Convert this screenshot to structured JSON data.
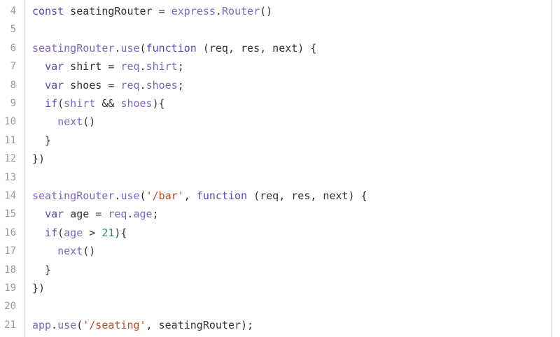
{
  "code_lines": [
    {
      "number": "4",
      "tokens": [
        [
          "const",
          "kw"
        ],
        [
          " seatingRouter = ",
          "plain"
        ],
        [
          "express",
          "fn"
        ],
        [
          ".",
          "plain"
        ],
        [
          "Router",
          "fn"
        ],
        [
          "()",
          "plain"
        ]
      ]
    },
    {
      "number": "5",
      "tokens": []
    },
    {
      "number": "6",
      "tokens": [
        [
          "seatingRouter",
          "fn"
        ],
        [
          ".",
          "plain"
        ],
        [
          "use",
          "fn"
        ],
        [
          "(",
          "plain"
        ],
        [
          "function",
          "kw"
        ],
        [
          " (req, res, next) {",
          "plain"
        ]
      ]
    },
    {
      "number": "7",
      "tokens": [
        [
          "  ",
          "plain"
        ],
        [
          "var",
          "kw"
        ],
        [
          " shirt = ",
          "plain"
        ],
        [
          "req",
          "fn"
        ],
        [
          ".",
          "plain"
        ],
        [
          "shirt",
          "fn"
        ],
        [
          ";",
          "plain"
        ]
      ]
    },
    {
      "number": "8",
      "tokens": [
        [
          "  ",
          "plain"
        ],
        [
          "var",
          "kw"
        ],
        [
          " shoes = ",
          "plain"
        ],
        [
          "req",
          "fn"
        ],
        [
          ".",
          "plain"
        ],
        [
          "shoes",
          "fn"
        ],
        [
          ";",
          "plain"
        ]
      ]
    },
    {
      "number": "9",
      "tokens": [
        [
          "  ",
          "plain"
        ],
        [
          "if",
          "kw"
        ],
        [
          "(",
          "plain"
        ],
        [
          "shirt",
          "fn"
        ],
        [
          " && ",
          "plain"
        ],
        [
          "shoes",
          "fn"
        ],
        [
          "){",
          "plain"
        ]
      ]
    },
    {
      "number": "10",
      "tokens": [
        [
          "    ",
          "plain"
        ],
        [
          "next",
          "fn"
        ],
        [
          "()",
          "plain"
        ]
      ]
    },
    {
      "number": "11",
      "tokens": [
        [
          "  }",
          "plain"
        ]
      ]
    },
    {
      "number": "12",
      "tokens": [
        [
          "})",
          "plain"
        ]
      ]
    },
    {
      "number": "13",
      "tokens": []
    },
    {
      "number": "14",
      "tokens": [
        [
          "seatingRouter",
          "fn"
        ],
        [
          ".",
          "plain"
        ],
        [
          "use",
          "fn"
        ],
        [
          "(",
          "plain"
        ],
        [
          "'/bar'",
          "str"
        ],
        [
          ", ",
          "plain"
        ],
        [
          "function",
          "kw"
        ],
        [
          " (req, res, next) {",
          "plain"
        ]
      ]
    },
    {
      "number": "15",
      "tokens": [
        [
          "  ",
          "plain"
        ],
        [
          "var",
          "kw"
        ],
        [
          " age = ",
          "plain"
        ],
        [
          "req",
          "fn"
        ],
        [
          ".",
          "plain"
        ],
        [
          "age",
          "fn"
        ],
        [
          ";",
          "plain"
        ]
      ]
    },
    {
      "number": "16",
      "tokens": [
        [
          "  ",
          "plain"
        ],
        [
          "if",
          "kw"
        ],
        [
          "(",
          "plain"
        ],
        [
          "age",
          "fn"
        ],
        [
          " > ",
          "plain"
        ],
        [
          "21",
          "num"
        ],
        [
          "){",
          "plain"
        ]
      ]
    },
    {
      "number": "17",
      "tokens": [
        [
          "    ",
          "plain"
        ],
        [
          "next",
          "fn"
        ],
        [
          "()",
          "plain"
        ]
      ]
    },
    {
      "number": "18",
      "tokens": [
        [
          "  }",
          "plain"
        ]
      ]
    },
    {
      "number": "19",
      "tokens": [
        [
          "})",
          "plain"
        ]
      ]
    },
    {
      "number": "20",
      "tokens": []
    },
    {
      "number": "21",
      "tokens": [
        [
          "app",
          "fn"
        ],
        [
          ".",
          "plain"
        ],
        [
          "use",
          "fn"
        ],
        [
          "(",
          "plain"
        ],
        [
          "'/seating'",
          "str"
        ],
        [
          ", seatingRouter);",
          "plain"
        ]
      ]
    }
  ],
  "colors": {
    "keyword": "#5a4ab3",
    "identifier": "#7f66c4",
    "string": "#bb4a2a",
    "number": "#2e8b57",
    "plain": "#333333",
    "line_number": "#9a9a9a"
  }
}
